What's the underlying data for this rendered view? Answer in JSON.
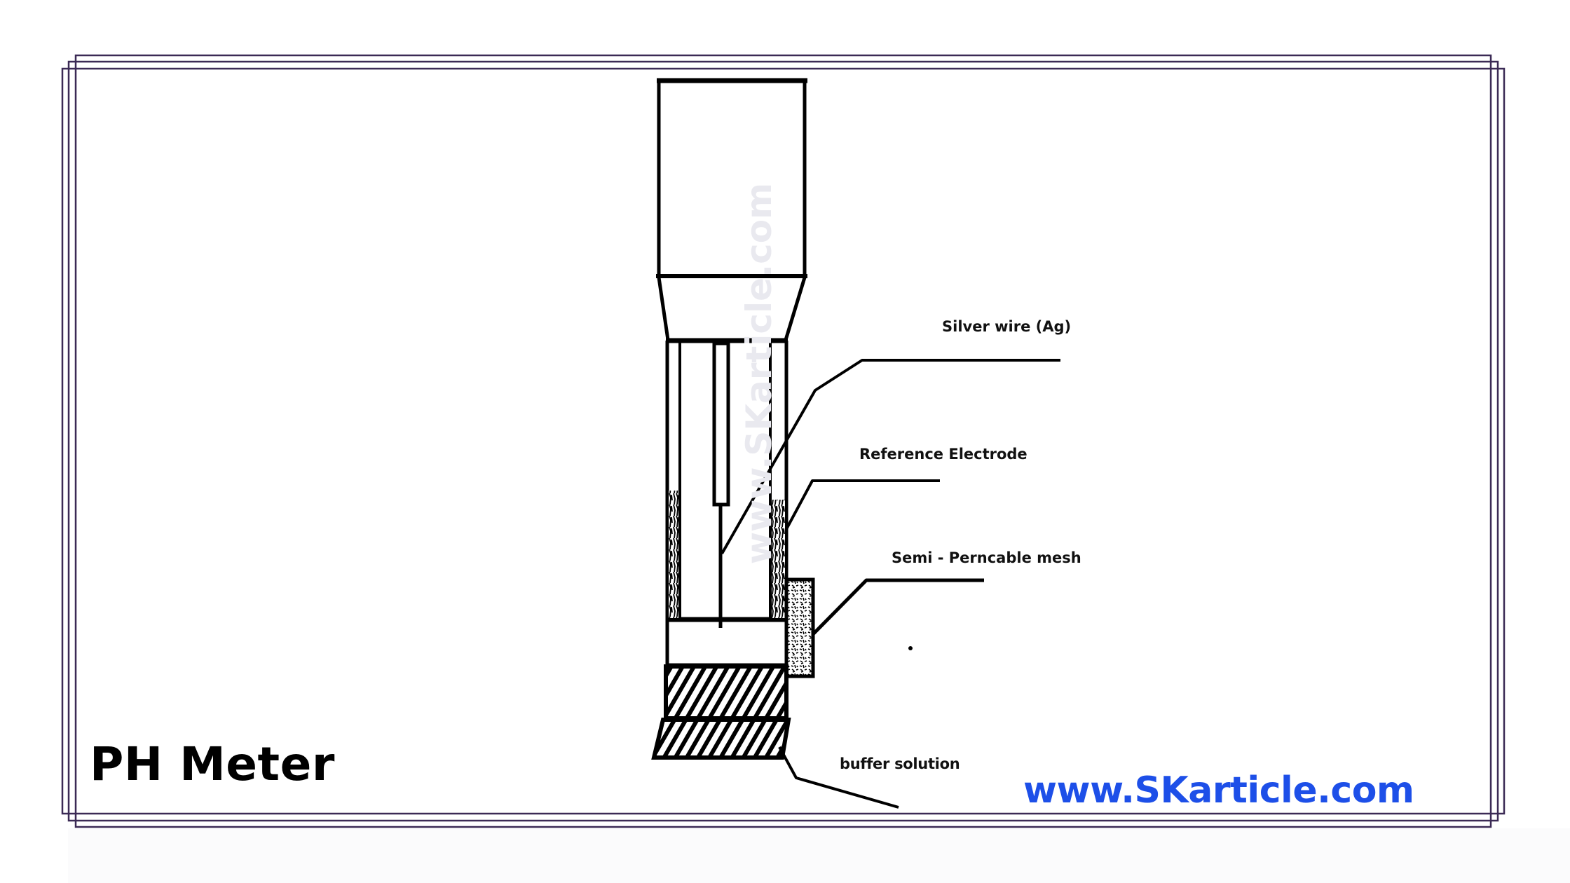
{
  "title": "PH Meter",
  "website": "www.SKarticle.com",
  "watermark": "www.SKarticle.com",
  "labels": {
    "silver_wire": "Silver wire (Ag)",
    "reference_electrode": "Reference Electrode",
    "semi_permeable_mesh": "Semi - Perncable mesh",
    "buffer_solution": "buffer solution"
  },
  "colors": {
    "border": "#3b2a55",
    "line": "#000000",
    "website": "#1d4fe8",
    "watermark": "#e9e9ef"
  }
}
